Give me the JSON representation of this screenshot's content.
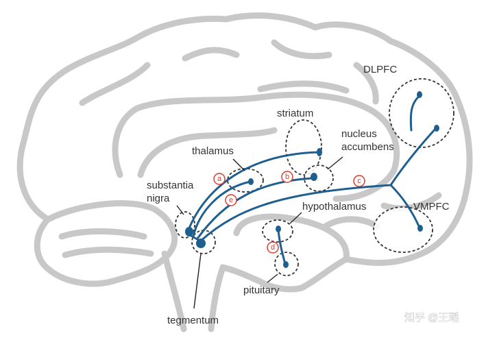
{
  "labels": {
    "dlpfc": "DLPFC",
    "striatum": "striatum",
    "nucleus_line1": "nucleus",
    "nucleus_line2": "accumbens",
    "thalamus": "thalamus",
    "substantia_line1": "substantia",
    "substantia_line2": "nigra",
    "hypothalamus": "hypothalamus",
    "vmpfc": "VMPFC",
    "pituitary": "pituitary",
    "tegmentum": "tegmentum"
  },
  "pathway_markers": {
    "a": "a",
    "b": "b",
    "c": "c",
    "d": "d",
    "e": "e"
  },
  "watermark": {
    "text": "知乎 @王瑶"
  },
  "colors": {
    "brain_outline": "#c8c8c8",
    "pathway": "#1f5f8f",
    "region_ring": "#333333",
    "marker": "#e03a2e",
    "label_text": "#333333"
  }
}
